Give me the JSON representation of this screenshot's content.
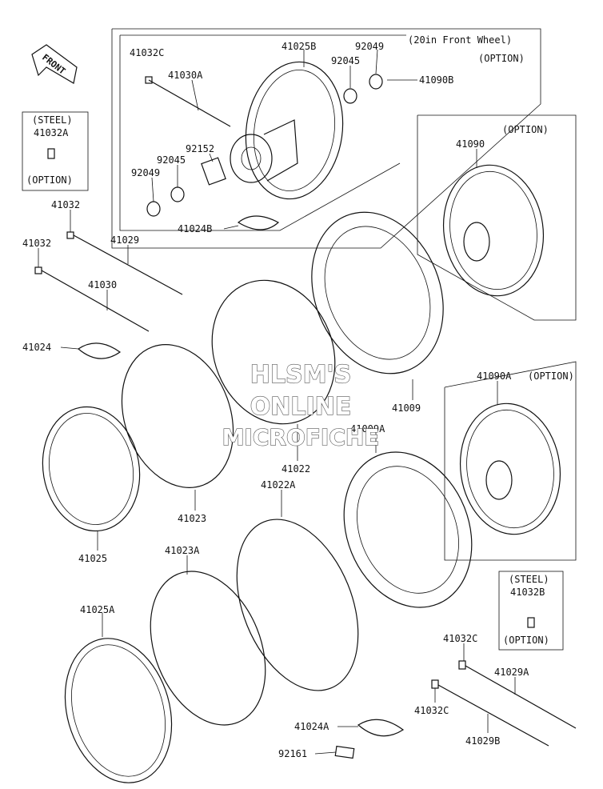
{
  "watermark": {
    "line1": "HLSM'S",
    "line2": "ONLINE",
    "line3": "MICROFICHE"
  },
  "front_arrow": {
    "label": "FRONT"
  },
  "boxes": {
    "front_wheel_20in": {
      "title": "(20in Front Wheel)",
      "note": "(OPTION)"
    },
    "wheel_41090": {
      "note": "(OPTION)"
    },
    "wheel_41090a": {
      "note": "(OPTION)"
    },
    "steel_41032a": {
      "top": "(STEEL)",
      "part": "41032A",
      "bottom": "(OPTION)"
    },
    "steel_41032b": {
      "top": "(STEEL)",
      "part": "41032B",
      "bottom": "(OPTION)"
    }
  },
  "labels": {
    "p41032c_top": "41032C",
    "p41030a": "41030A",
    "p41025b": "41025B",
    "p92049_top": "92049",
    "p92045_top": "92045",
    "p41090b": "41090B",
    "p92152": "92152",
    "p92045_bot": "92045",
    "p92049_bot": "92049",
    "p41024b": "41024B",
    "p41090": "41090",
    "p41032_a": "41032",
    "p41032_b": "41032",
    "p41029": "41029",
    "p41030": "41030",
    "p41024": "41024",
    "p41009": "41009",
    "p41009a": "41009A",
    "p41022": "41022",
    "p41022a": "41022A",
    "p41023": "41023",
    "p41025": "41025",
    "p41023a": "41023A",
    "p41025a": "41025A",
    "p41090a": "41090A",
    "p41032c_r1": "41032C",
    "p41029a": "41029A",
    "p41032c_r2": "41032C",
    "p41029b": "41029B",
    "p41024a": "41024A",
    "p92161": "92161"
  }
}
